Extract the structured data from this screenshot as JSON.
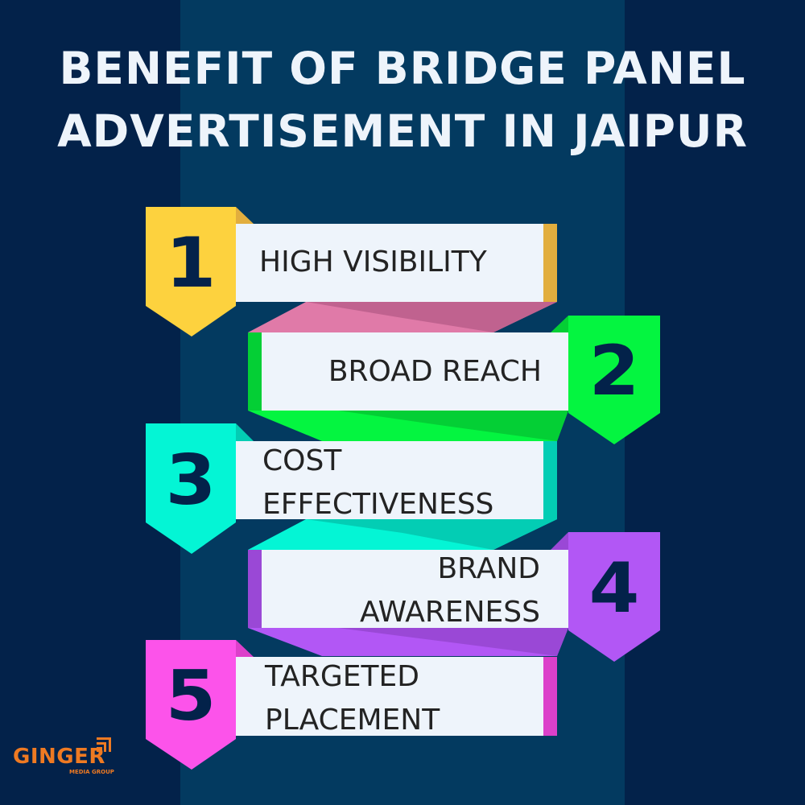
{
  "title": {
    "line1": "BENEFIT OF BRIDGE PANEL",
    "line2": "ADVERTISEMENT IN JAIPUR"
  },
  "benefits": [
    {
      "number": "1",
      "lines": [
        "HIGH VISIBILITY"
      ],
      "color": "#fdd23e",
      "edge_color": "#e2ae3e",
      "badge_side": "left"
    },
    {
      "number": "2",
      "lines": [
        "BROAD REACH"
      ],
      "color": "#04f540",
      "edge_color": "#04cf35",
      "badge_side": "right"
    },
    {
      "number": "3",
      "lines": [
        "COST",
        "EFFECTIVENESS"
      ],
      "color": "#04f5d5",
      "edge_color": "#03cdb4",
      "badge_side": "left"
    },
    {
      "number": "4",
      "lines": [
        "BRAND",
        "AWARENESS"
      ],
      "color": "#b257f5",
      "edge_color": "#9a48d6",
      "badge_side": "right"
    },
    {
      "number": "5",
      "lines": [
        "TARGETED",
        "PLACEMENT"
      ],
      "color": "#fc53ea",
      "edge_color": "#dc40ca",
      "badge_side": "left"
    }
  ],
  "connectors": {
    "c12": "#e07aa8",
    "c12_dark": "#c0628f"
  },
  "logo": {
    "name": "GINGER",
    "subtitle": "MEDIA GROUP",
    "color": "#ef7a22"
  },
  "colors": {
    "background_dark": "#03224a",
    "background_center": "#033a60",
    "panel": "#eef4fb",
    "text_dark": "#232323",
    "title_text": "#eef4fb"
  }
}
